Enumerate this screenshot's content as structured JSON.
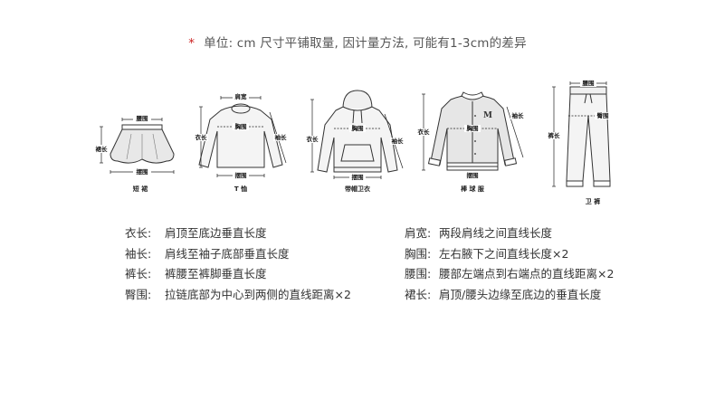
{
  "header": {
    "star": "*",
    "text": "单位: cm  尺寸平铺取量, 因计量方法, 可能有1-3cm的差异"
  },
  "figures": [
    {
      "caption": "短 裙",
      "labels": {
        "waist": "腰围",
        "length": "裙长",
        "hem": "摆围"
      }
    },
    {
      "caption": "T 恤",
      "labels": {
        "shoulder": "肩宽",
        "chest": "胸围",
        "length": "衣长",
        "sleeve": "袖长",
        "hem": "摆围"
      }
    },
    {
      "caption": "带帽卫衣",
      "labels": {
        "chest": "胸围",
        "length": "衣长",
        "sleeve": "袖长",
        "hem": "摆围"
      }
    },
    {
      "caption": "棒 球 服",
      "labels": {
        "chest": "胸围",
        "length": "衣长",
        "sleeve": "袖长",
        "hem": "摆围"
      }
    },
    {
      "caption": "卫 裤",
      "labels": {
        "waist": "腰围",
        "hip": "臀围",
        "length": "裤长"
      }
    }
  ],
  "definitions_left": [
    {
      "term": "衣长:",
      "desc": "肩顶至底边垂直长度"
    },
    {
      "term": "袖长:",
      "desc": "肩线至袖子底部垂直长度"
    },
    {
      "term": "裤长:",
      "desc": "裤腰至裤脚垂直长度"
    },
    {
      "term": "臀围:",
      "desc": "拉链底部为中心到两侧的直线距离×2"
    }
  ],
  "definitions_right": [
    {
      "term": "肩宽:",
      "desc": "两段肩线之间直线长度"
    },
    {
      "term": "胸围:",
      "desc": "左右腋下之间直线长度×2"
    },
    {
      "term": "腰围:",
      "desc": "腰部左端点到右端点的直线距离×2"
    },
    {
      "term": "裙长:",
      "desc": "肩顶/腰头边缘至底边的垂直长度"
    }
  ]
}
